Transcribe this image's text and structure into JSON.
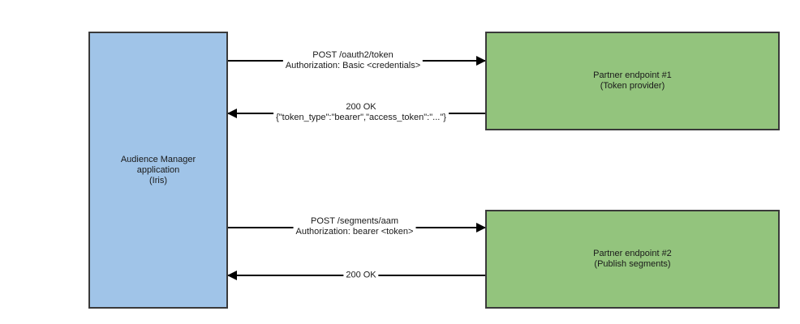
{
  "aam": {
    "line1": "Audience Manager",
    "line2": "application",
    "line3": "(Iris)"
  },
  "partner1": {
    "line1": "Partner endpoint #1",
    "line2": "(Token provider)"
  },
  "partner2": {
    "line1": "Partner endpoint #2",
    "line2": "(Publish segments)"
  },
  "arrows": {
    "token_request": {
      "line1": "POST /oauth2/token",
      "line2": "Authorization: Basic <credentials>"
    },
    "token_response": {
      "line1": "200 OK",
      "line2": "{\"token_type\":\"bearer\",\"access_token\":\"...\"}"
    },
    "segments_request": {
      "line1": "POST /segments/aam",
      "line2": "Authorization: bearer <token>"
    },
    "segments_response": {
      "line1": "200 OK"
    }
  },
  "colors": {
    "aam_fill": "#a0c4e8",
    "partner_fill": "#93c47d",
    "stroke": "#000000"
  }
}
